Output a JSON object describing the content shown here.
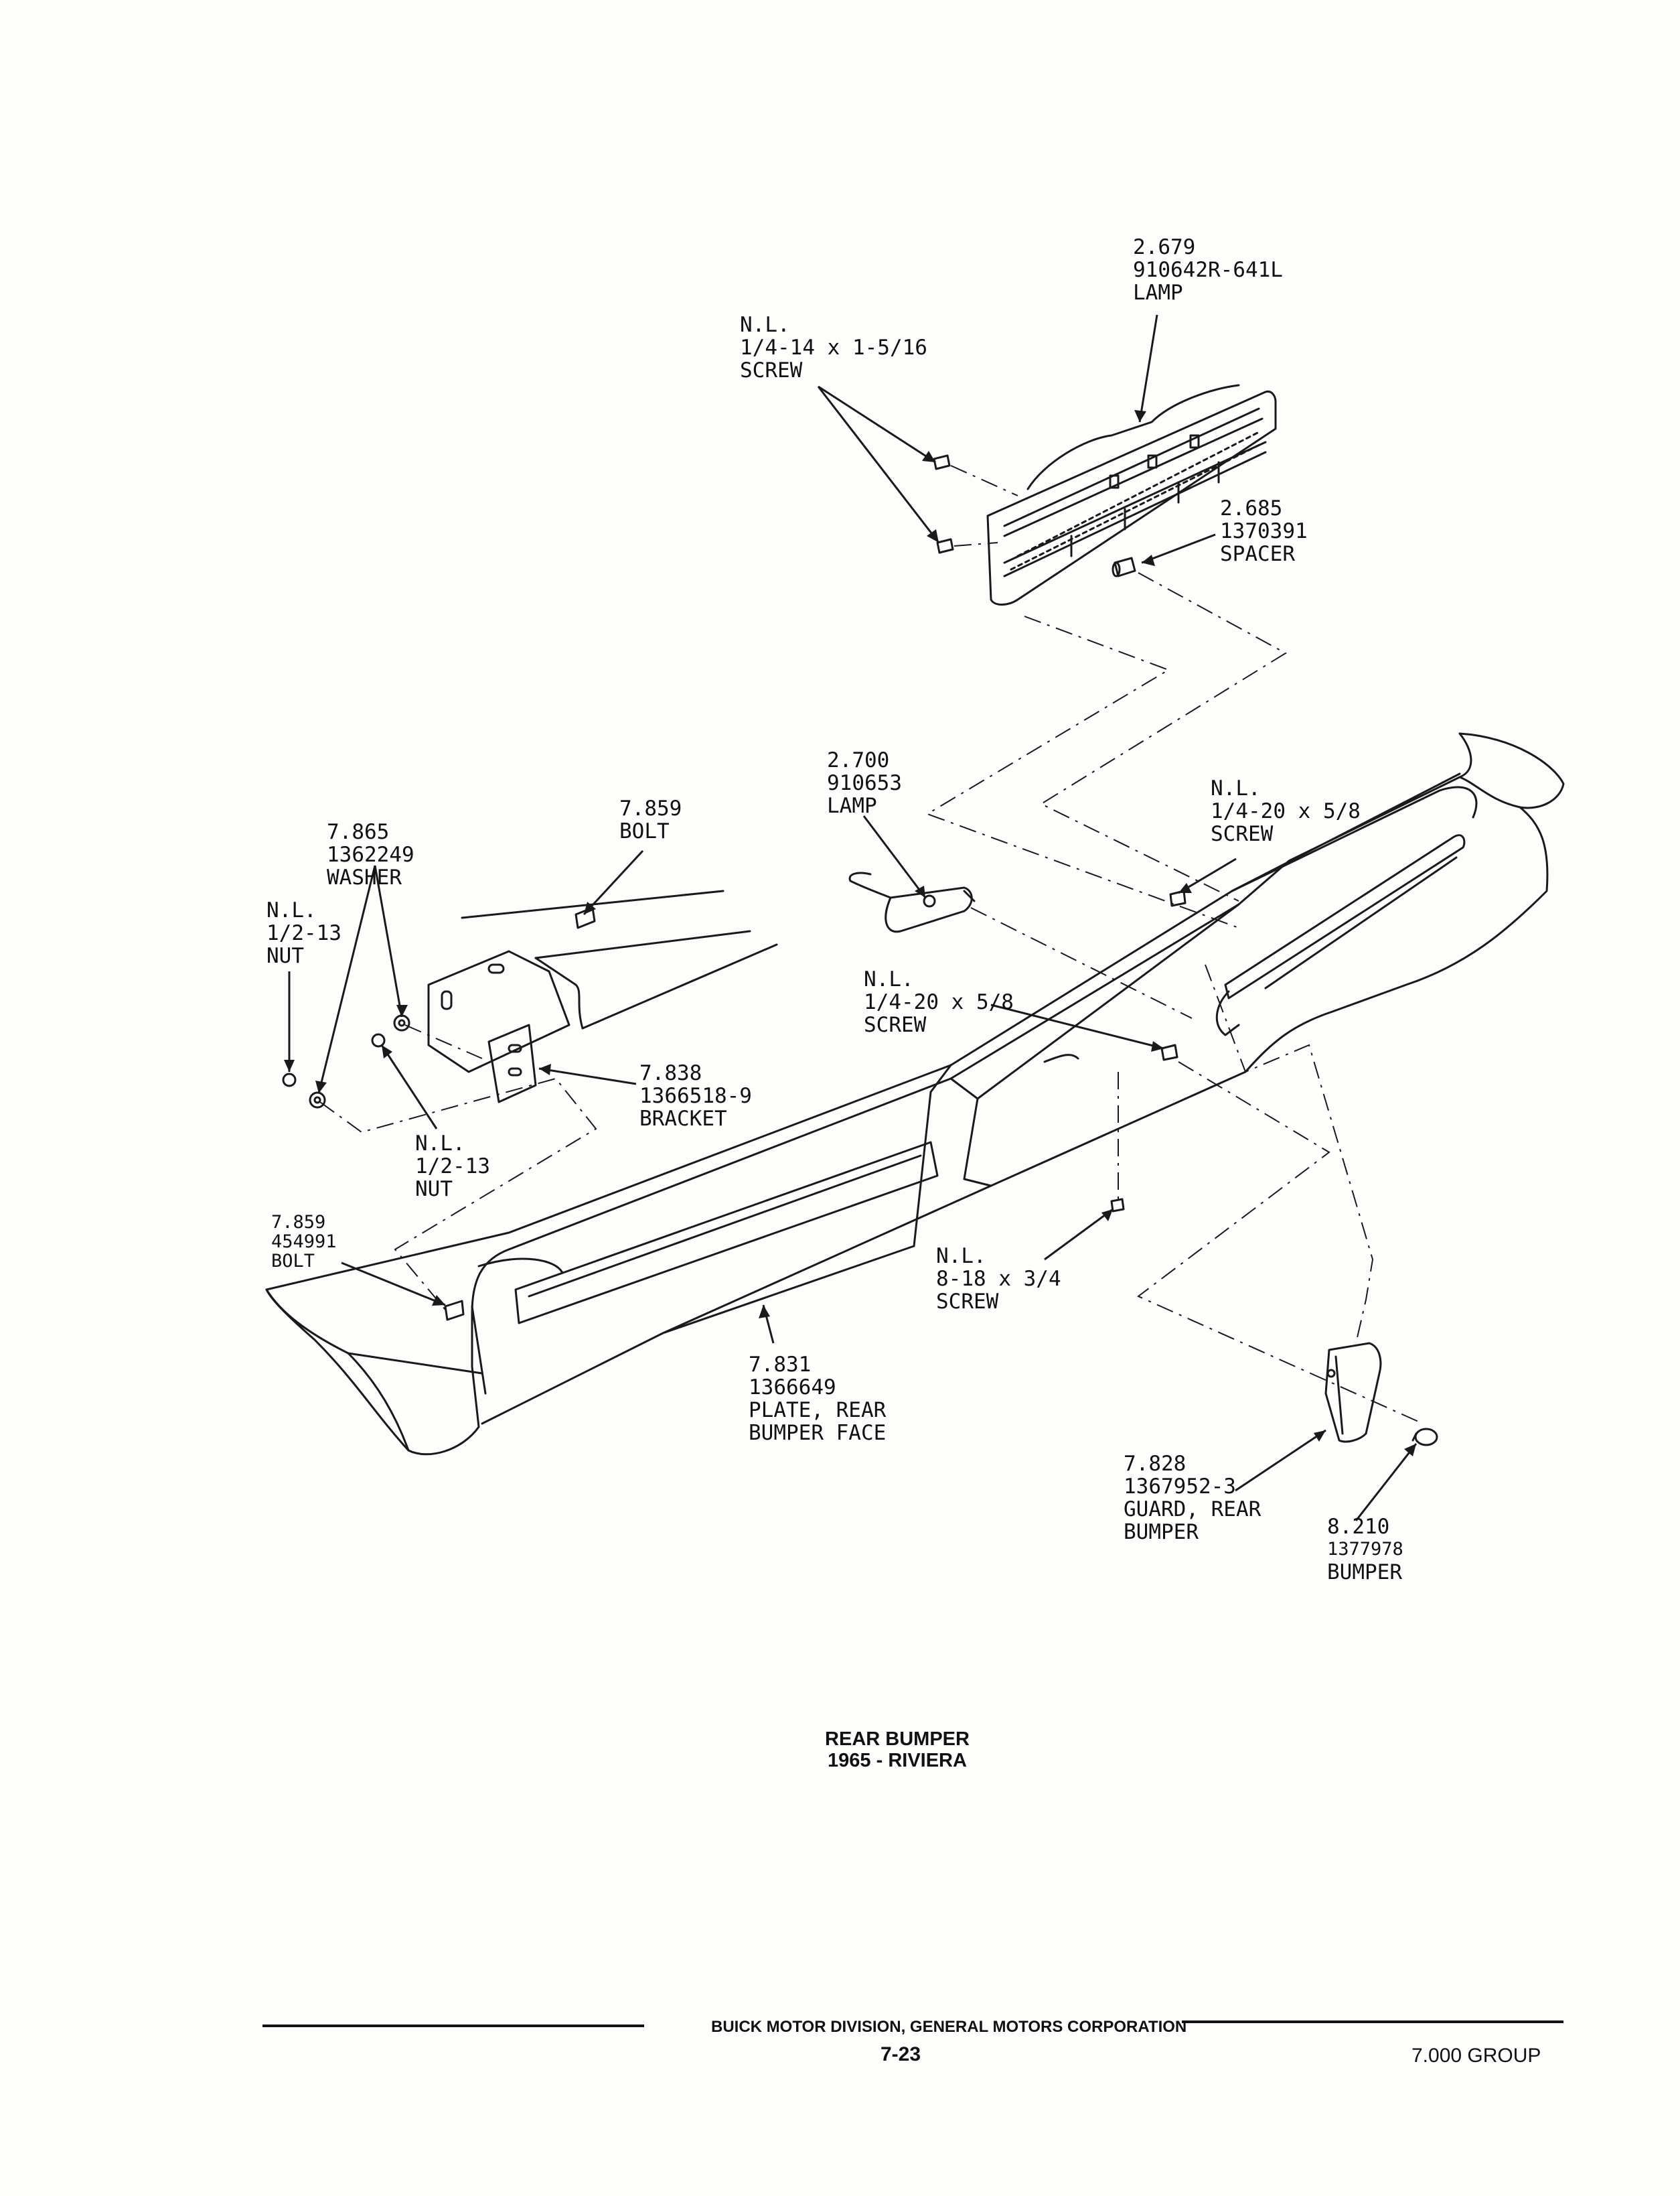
{
  "callouts": {
    "main_lamp": [
      "2.679",
      "910642R-641L",
      "LAMP"
    ],
    "lamp_screw": [
      "N.L.",
      "1/4-14 x 1-5/16",
      "SCREW"
    ],
    "spacer": [
      "2.685",
      "1370391",
      "SPACER"
    ],
    "small_lamp": [
      "2.700",
      "910653",
      "LAMP"
    ],
    "bolt_top": [
      "7.859",
      "BOLT"
    ],
    "washer": [
      "7.865",
      "1362249",
      "WASHER"
    ],
    "nut_left": [
      "N.L.",
      "1/2-13",
      "NUT"
    ],
    "bracket": [
      "7.838",
      "1366518-9",
      "BRACKET"
    ],
    "nut_lower": [
      "N.L.",
      "1/2-13",
      "NUT"
    ],
    "screw_right": [
      "N.L.",
      "1/4-20 x 5/8",
      "SCREW"
    ],
    "screw_mid": [
      "N.L.",
      "1/4-20 x 5/8",
      "SCREW"
    ],
    "bolt_left": [
      "7.859",
      "454991",
      "BOLT"
    ],
    "screw_small": [
      "N.L.",
      "8-18 x 3/4",
      "SCREW"
    ],
    "face_plate": [
      "7.831",
      "1366649",
      "PLATE, REAR",
      "BUMPER FACE"
    ],
    "guard": [
      "7.828",
      "1367952-3",
      "GUARD, REAR",
      "BUMPER"
    ],
    "bumper_pad": [
      "8.210",
      "1377978",
      "BUMPER"
    ]
  },
  "caption": {
    "line1": "REAR BUMPER",
    "line2": "1965 - RIVIERA"
  },
  "footer": {
    "corporation": "BUICK MOTOR DIVISION, GENERAL MOTORS CORPORATION",
    "page_number": "7-23",
    "group": "7.000 GROUP"
  }
}
